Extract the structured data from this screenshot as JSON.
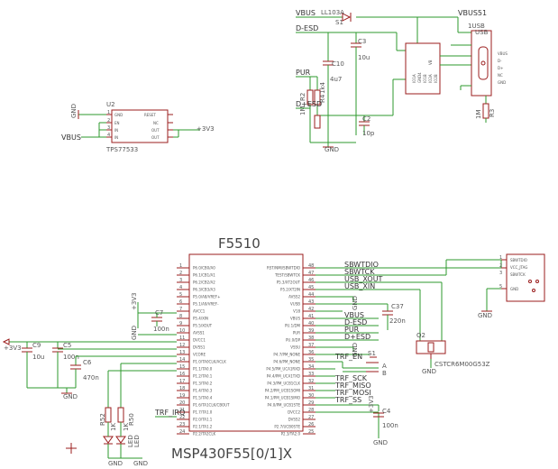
{
  "usb_section": {
    "d1_label": "LL103A",
    "d1_pin": "S1",
    "vbus_left": "VBUS",
    "d_esd": "D-ESD",
    "vbus51": "VBUS51",
    "usb_conn": "USB",
    "usb_conn_ref": "1USB",
    "usb_pins": [
      "VBUS",
      "D-",
      "D+",
      "NC",
      "GND"
    ],
    "esd_pins": [
      "IO1A",
      "GND4",
      "IO1B",
      "VB",
      "IO2A",
      "IO2B"
    ],
    "c3": "C3",
    "c3_val": "10u",
    "c10": "C10",
    "c10_val": "4u7",
    "pur": "PUR",
    "r2": "R2",
    "r2_val": "1M",
    "r4": "R4",
    "r4_val": "1k4",
    "d_plus_esd": "D+ESD",
    "c2": "C2",
    "c2_val": "10p",
    "r3": "R3",
    "r3_val": "1M",
    "gnd": "GND"
  },
  "reg_section": {
    "gnd": "GND",
    "vbus": "VBUS",
    "ref": "U2",
    "part": "TPS77533",
    "left_pins": [
      "GND",
      "EN",
      "IN",
      "IN"
    ],
    "left_nums": [
      "1",
      "2",
      "3",
      "4"
    ],
    "right_pins": [
      "RESET",
      "NC",
      "OUT",
      "OUT"
    ],
    "v33": "+3V3"
  },
  "mcu": {
    "title": "F5510",
    "part": "MSP430F55[0/1]X",
    "left_pins": [
      "P6.0/CB0/A0",
      "P6.1/CB1/A1",
      "P6.2/CB2/A2",
      "P6.3/CB3/A3",
      "P5.0/A8/VREF+",
      "P5.1/A9/VREF-",
      "AVCC1",
      "P5.4/XIN",
      "P5.5/XOUT",
      "AVSS1",
      "DVCC1",
      "DVSS1",
      "VCORE",
      "P1.0/TA0CLK/ACLK",
      "P1.1/TA0.0",
      "P1.2/TA0.1",
      "P1.3/TA0.2",
      "P1.4/TA0.3",
      "P1.5/TA0.4",
      "P1.6/TA1CLK/CBOUT",
      "P1.7/TA1.0",
      "P2.0/TA1.1",
      "P2.1/TA1.2",
      "P2.2/TA2CLK"
    ],
    "left_nums": [
      "1",
      "2",
      "3",
      "4",
      "5",
      "6",
      "7",
      "8",
      "9",
      "10",
      "11",
      "12",
      "13",
      "14",
      "15",
      "16",
      "17",
      "18",
      "19",
      "20",
      "21",
      "22",
      "23",
      "24"
    ],
    "right_pins": [
      "RST/NMI/SBWTDIO",
      "TEST/SBWTCK",
      "P5.3/XT2OUT",
      "P5.2/XT2IN",
      "AVSS2",
      "VUSB",
      "V18",
      "VBUS",
      "PU.1/DM",
      "PUR",
      "PU.0/DP",
      "VSSU",
      "P4.7/PM_NONE",
      "P4.6/PM_NONE",
      "P4.5/PM_UCA1RXD",
      "P4.4/PM_UCA1TXD",
      "P4.3/PM_UCB1CLK",
      "P4.2/PM_UCB1SOMI",
      "P4.1/PM_UCB1SIMO",
      "P4.0/PM_UCB1STE",
      "DVCC2",
      "DVSS2",
      "P2.7/UCB0STE",
      "P2.3/TA2.0"
    ],
    "right_nums": [
      "48",
      "47",
      "46",
      "45",
      "44",
      "43",
      "42",
      "41",
      "40",
      "39",
      "38",
      "37",
      "36",
      "35",
      "34",
      "33",
      "32",
      "31",
      "30",
      "29",
      "28",
      "27",
      "26",
      "25"
    ],
    "nets_right": [
      "SBWTDIO",
      "SBWTCK",
      "USB_XOUT",
      "USB_XIN",
      "VBUS",
      "D-ESD",
      "PUR",
      "D+ESD",
      "TRF_EN",
      "TRF_SCK",
      "TRF_MISO",
      "TRF_MOSI",
      "TRF_SS"
    ],
    "trf_irq": "TRF_IRQ",
    "v33_a": "+3V3",
    "v33_b": "+3V3",
    "v33_left": "+3V3",
    "gnds": [
      "GND",
      "GND",
      "GND",
      "GND",
      "GND",
      "GND",
      "GND",
      "GND",
      "GND"
    ]
  },
  "passives": {
    "c7": "C7",
    "c7_val": "100n",
    "c9": "C9",
    "c9_val": "10u",
    "c5": "C5",
    "c5_val": "100n",
    "c6": "C6",
    "c6_val": "470n",
    "c37": "C37",
    "c37_val": "220n",
    "c4": "C4",
    "c4_val": "100n",
    "q2": "Q2",
    "q2_part": "CSTCR6M00G53Z",
    "s1": "S1",
    "s1_a": "A",
    "s1_b": "B",
    "r52": "R52",
    "r52_val": "1K",
    "r50": "R50",
    "r50_val": "1K",
    "led_r": "LED",
    "led_g": "LED"
  },
  "jtag": {
    "pins": [
      "SBWTDIO",
      "VCC_JTAG",
      "SBWTCK",
      "GND"
    ],
    "nums": [
      "1",
      "2",
      "3",
      "5"
    ]
  }
}
